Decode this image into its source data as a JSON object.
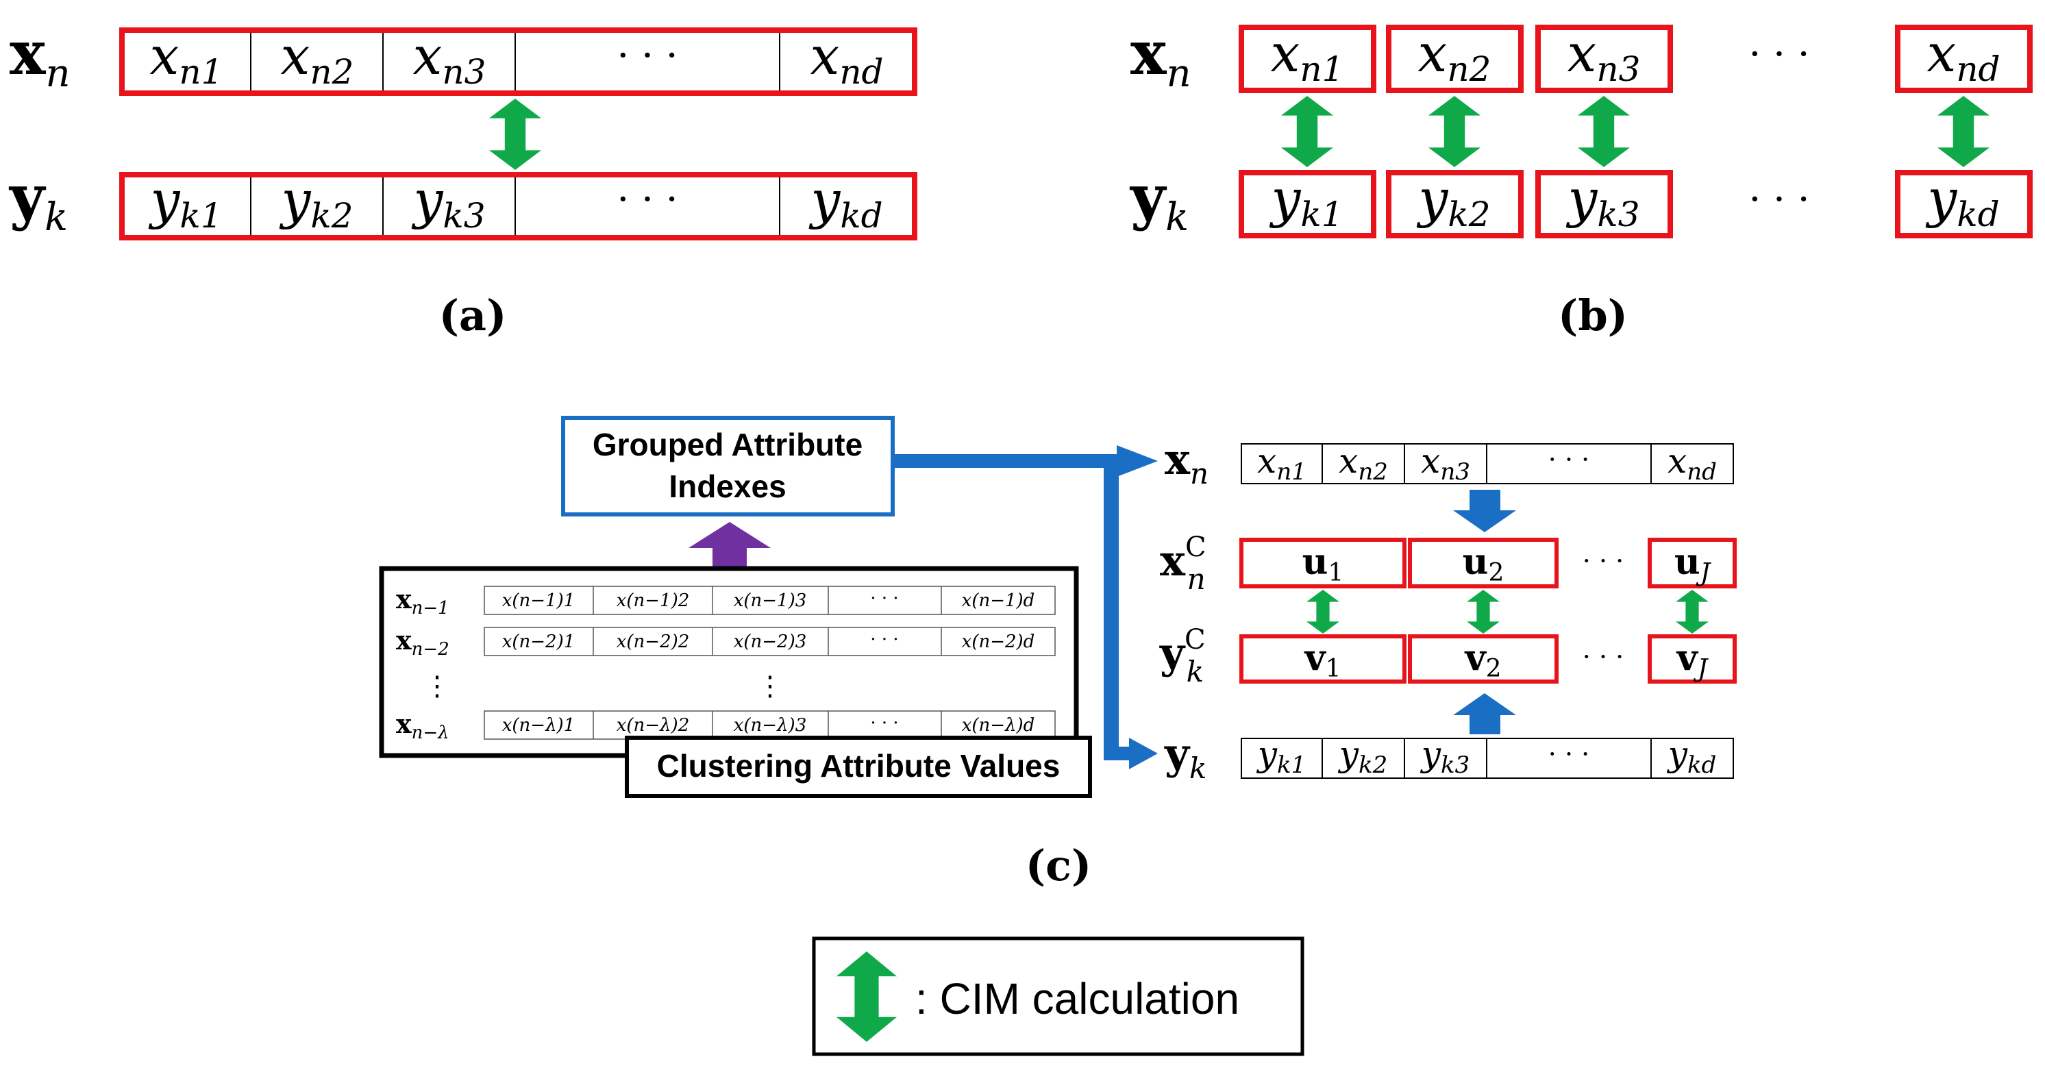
{
  "colors": {
    "red": "#e8141c",
    "green": "#10a94a",
    "blue": "#1a6fc4",
    "purple": "#7030a0",
    "black": "#000000"
  },
  "icons": {
    "cim_arrow": "double-headed-vertical-arrow-icon",
    "flow_arrow": "blue-arrow-icon",
    "up_arrow": "purple-up-arrow-icon"
  },
  "panel_a": {
    "label": "(a)",
    "x_row_label": "x",
    "x_row_sub": "n",
    "y_row_label": "y",
    "y_row_sub": "k",
    "x_cells": [
      {
        "base": "x",
        "sub": "n1"
      },
      {
        "base": "x",
        "sub": "n2"
      },
      {
        "base": "x",
        "sub": "n3"
      },
      {
        "base": "· · ·",
        "sub": ""
      },
      {
        "base": "x",
        "sub": "nd"
      }
    ],
    "y_cells": [
      {
        "base": "y",
        "sub": "k1"
      },
      {
        "base": "y",
        "sub": "k2"
      },
      {
        "base": "y",
        "sub": "k3"
      },
      {
        "base": "· · ·",
        "sub": ""
      },
      {
        "base": "y",
        "sub": "kd"
      }
    ]
  },
  "panel_b": {
    "label": "(b)",
    "x_row_label": "x",
    "x_row_sub": "n",
    "y_row_label": "y",
    "y_row_sub": "k",
    "x_cells": [
      {
        "base": "x",
        "sub": "n1"
      },
      {
        "base": "x",
        "sub": "n2"
      },
      {
        "base": "x",
        "sub": "n3"
      },
      {
        "base": "· · ·",
        "sub": ""
      },
      {
        "base": "x",
        "sub": "nd"
      }
    ],
    "y_cells": [
      {
        "base": "y",
        "sub": "k1"
      },
      {
        "base": "y",
        "sub": "k2"
      },
      {
        "base": "y",
        "sub": "k3"
      },
      {
        "base": "· · ·",
        "sub": ""
      },
      {
        "base": "y",
        "sub": "kd"
      }
    ]
  },
  "panel_c": {
    "label": "(c)",
    "grouped_box": {
      "line1": "Grouped Attribute",
      "line2": "Indexes"
    },
    "clustering_box": "Clustering Attribute Values",
    "history_rows": [
      {
        "label": "x",
        "sub": "n−1",
        "cells": [
          "x(n−1)1",
          "x(n−1)2",
          "x(n−1)3",
          "· · ·",
          "x(n−1)d"
        ]
      },
      {
        "label": "x",
        "sub": "n−2",
        "cells": [
          "x(n−2)1",
          "x(n−2)2",
          "x(n−2)3",
          "· · ·",
          "x(n−2)d"
        ]
      },
      {
        "label": "x",
        "sub": "n−λ",
        "cells": [
          "x(n−λ)1",
          "x(n−λ)2",
          "x(n−λ)3",
          "· · ·",
          "x(n−λ)d"
        ]
      }
    ],
    "vdots": "⋮",
    "xn_row": {
      "label": "x",
      "sub": "n",
      "cells": [
        {
          "base": "x",
          "sub": "n1"
        },
        {
          "base": "x",
          "sub": "n2"
        },
        {
          "base": "x",
          "sub": "n3"
        },
        {
          "base": "· · ·",
          "sub": ""
        },
        {
          "base": "x",
          "sub": "nd"
        }
      ]
    },
    "xc_row": {
      "label": "x",
      "sup": "C",
      "sub": "n",
      "cells": [
        {
          "base": "u",
          "sub": "1"
        },
        {
          "base": "u",
          "sub": "2"
        },
        {
          "base": "· · ·",
          "sub": ""
        },
        {
          "base": "u",
          "sub": "J"
        }
      ]
    },
    "yc_row": {
      "label": "y",
      "sup": "C",
      "sub": "k",
      "cells": [
        {
          "base": "v",
          "sub": "1"
        },
        {
          "base": "v",
          "sub": "2"
        },
        {
          "base": "· · ·",
          "sub": ""
        },
        {
          "base": "v",
          "sub": "J"
        }
      ]
    },
    "yk_row": {
      "label": "y",
      "sub": "k",
      "cells": [
        {
          "base": "y",
          "sub": "k1"
        },
        {
          "base": "y",
          "sub": "k2"
        },
        {
          "base": "y",
          "sub": "k3"
        },
        {
          "base": "· · ·",
          "sub": ""
        },
        {
          "base": "y",
          "sub": "kd"
        }
      ]
    }
  },
  "legend": {
    "text": ": CIM calculation"
  }
}
